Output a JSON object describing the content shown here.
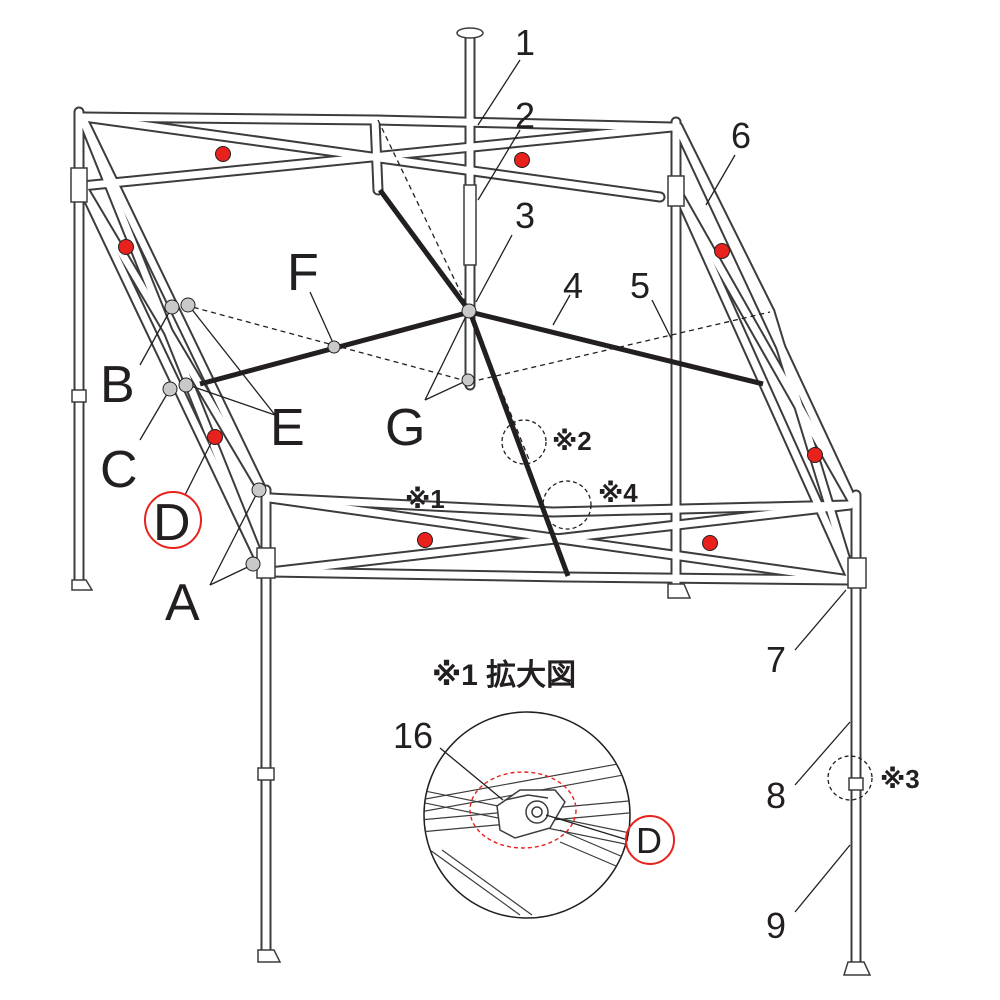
{
  "part_numbers": [
    "1",
    "2",
    "3",
    "4",
    "5",
    "6",
    "7",
    "8",
    "9",
    "16"
  ],
  "joint_letters": [
    "A",
    "B",
    "C",
    "D",
    "E",
    "F",
    "G"
  ],
  "highlighted_letter": "D",
  "notes": [
    "※1",
    "※2",
    "※3",
    "※4"
  ],
  "inset": {
    "title": "※1 拡大図",
    "part_label": "16",
    "letter": "D"
  },
  "colors": {
    "frame_stroke": "#3c3c3c",
    "frame_fill": "#ffffff",
    "dark_bar": "#231f20",
    "red_joint": "#e8211c",
    "gray_joint": "#c9c9c9",
    "leader": "#231f20"
  }
}
